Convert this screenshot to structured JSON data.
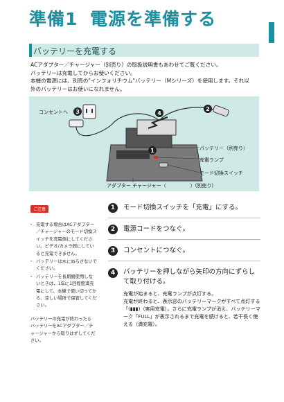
{
  "header": {
    "number": "準備1",
    "title": "電源を準備する"
  },
  "section": {
    "title": "バッテリーを充電する"
  },
  "intro": {
    "lines": [
      "ACアダプター／チャージャー（別売り）の取扱説明書もあわせてご覧ください。",
      "バッテリーは充電してからお使いください。",
      "本機の電源には、別売の\"インフォリチウム\"バッテリー（Mシリーズ）を使用します。それ以",
      "外のバッテリーはお使いになれません。"
    ]
  },
  "figure": {
    "labels": {
      "outlet": "コンセントへ",
      "battery": "バッテリー（別売り）",
      "charge_lamp": "充電ランプ",
      "mode_switch": "モード切換スイッチ",
      "adapter": "アダプター チャージャー（　　　　　）(別売り)"
    },
    "callouts": [
      "1",
      "2",
      "3",
      "4"
    ],
    "colors": {
      "background": "#cfe9e6",
      "device_dark": "#3a3a3a",
      "device_mid": "#7a7a7a",
      "accent": "#1a8fa0"
    }
  },
  "caution": {
    "label": "ご注意",
    "items": [
      "充電する場合はACアダプター／チャージャーのモード切換スイッチを充電側にしてください。ビデオ/カメラ側にしていると充電できません。",
      "バッテリーは水にぬらさないでください。",
      "バッテリーを長期間使用しないときは、1年に1回程度満充電にして、本機で使い切ってから、涼しい場所で保管してください。"
    ],
    "extra": "バッテリーの充電が終わったら\nバッテリーをACアダプター／チャージャーから取りはずしてください。"
  },
  "steps": [
    {
      "num": "1",
      "text": "モード切換スイッチを「充電」にする。",
      "sub": ""
    },
    {
      "num": "2",
      "text": "電源コードをつなぐ。",
      "sub": ""
    },
    {
      "num": "3",
      "text": "コンセントにつなぐ。",
      "sub": ""
    },
    {
      "num": "4",
      "text": "バッテリーを押しながら矢印の方向にずらして取り付ける。",
      "sub": "充電が始まると、充電ランプが点灯する。\n充電が終わると、表示窓のバッテリーマークがすべて点灯する「(▮▮▮)（実用充電）。さらに充電ランプが消え、バッテリーマーク「FULL」が表示されるまで充電を続けると、若干長く使える（満充電）。"
    }
  ],
  "colors": {
    "brand": "#1a8fa0",
    "caution": "#d6302b",
    "band": "#cfe9e6"
  }
}
